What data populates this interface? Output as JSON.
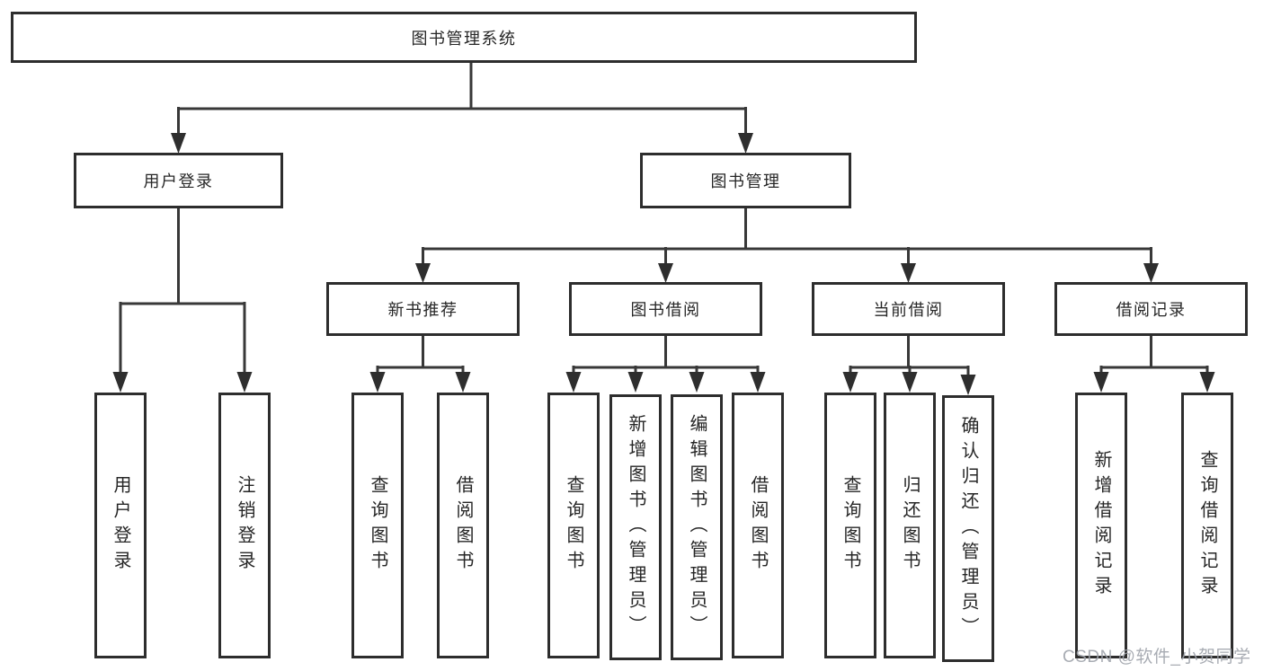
{
  "tree": {
    "label": "图书管理系统",
    "children": [
      {
        "label": "用户登录",
        "children": [
          {
            "label": "用户登录"
          },
          {
            "label": "注销登录"
          }
        ]
      },
      {
        "label": "图书管理",
        "children": [
          {
            "label": "新书推荐",
            "children": [
              {
                "label": "查询图书"
              },
              {
                "label": "借阅图书"
              }
            ]
          },
          {
            "label": "图书借阅",
            "children": [
              {
                "label": "查询图书"
              },
              {
                "label": "新增图书（管理员）"
              },
              {
                "label": "编辑图书（管理员）"
              },
              {
                "label": "借阅图书"
              }
            ]
          },
          {
            "label": "当前借阅",
            "children": [
              {
                "label": "查询图书"
              },
              {
                "label": "归还图书"
              },
              {
                "label": "确认归还（管理员）"
              }
            ]
          },
          {
            "label": "借阅记录",
            "children": [
              {
                "label": "新增借阅记录"
              },
              {
                "label": "查询借阅记录"
              }
            ]
          }
        ]
      }
    ]
  },
  "watermark": {
    "text": "CSDN @软件_小贺同学"
  },
  "colors": {
    "line": "#383838",
    "arrow": "#2e2e2e",
    "box_border": "#2d2d2d",
    "text": "#262626",
    "watermark": "#9ea3ab",
    "background": "#ffffff"
  }
}
